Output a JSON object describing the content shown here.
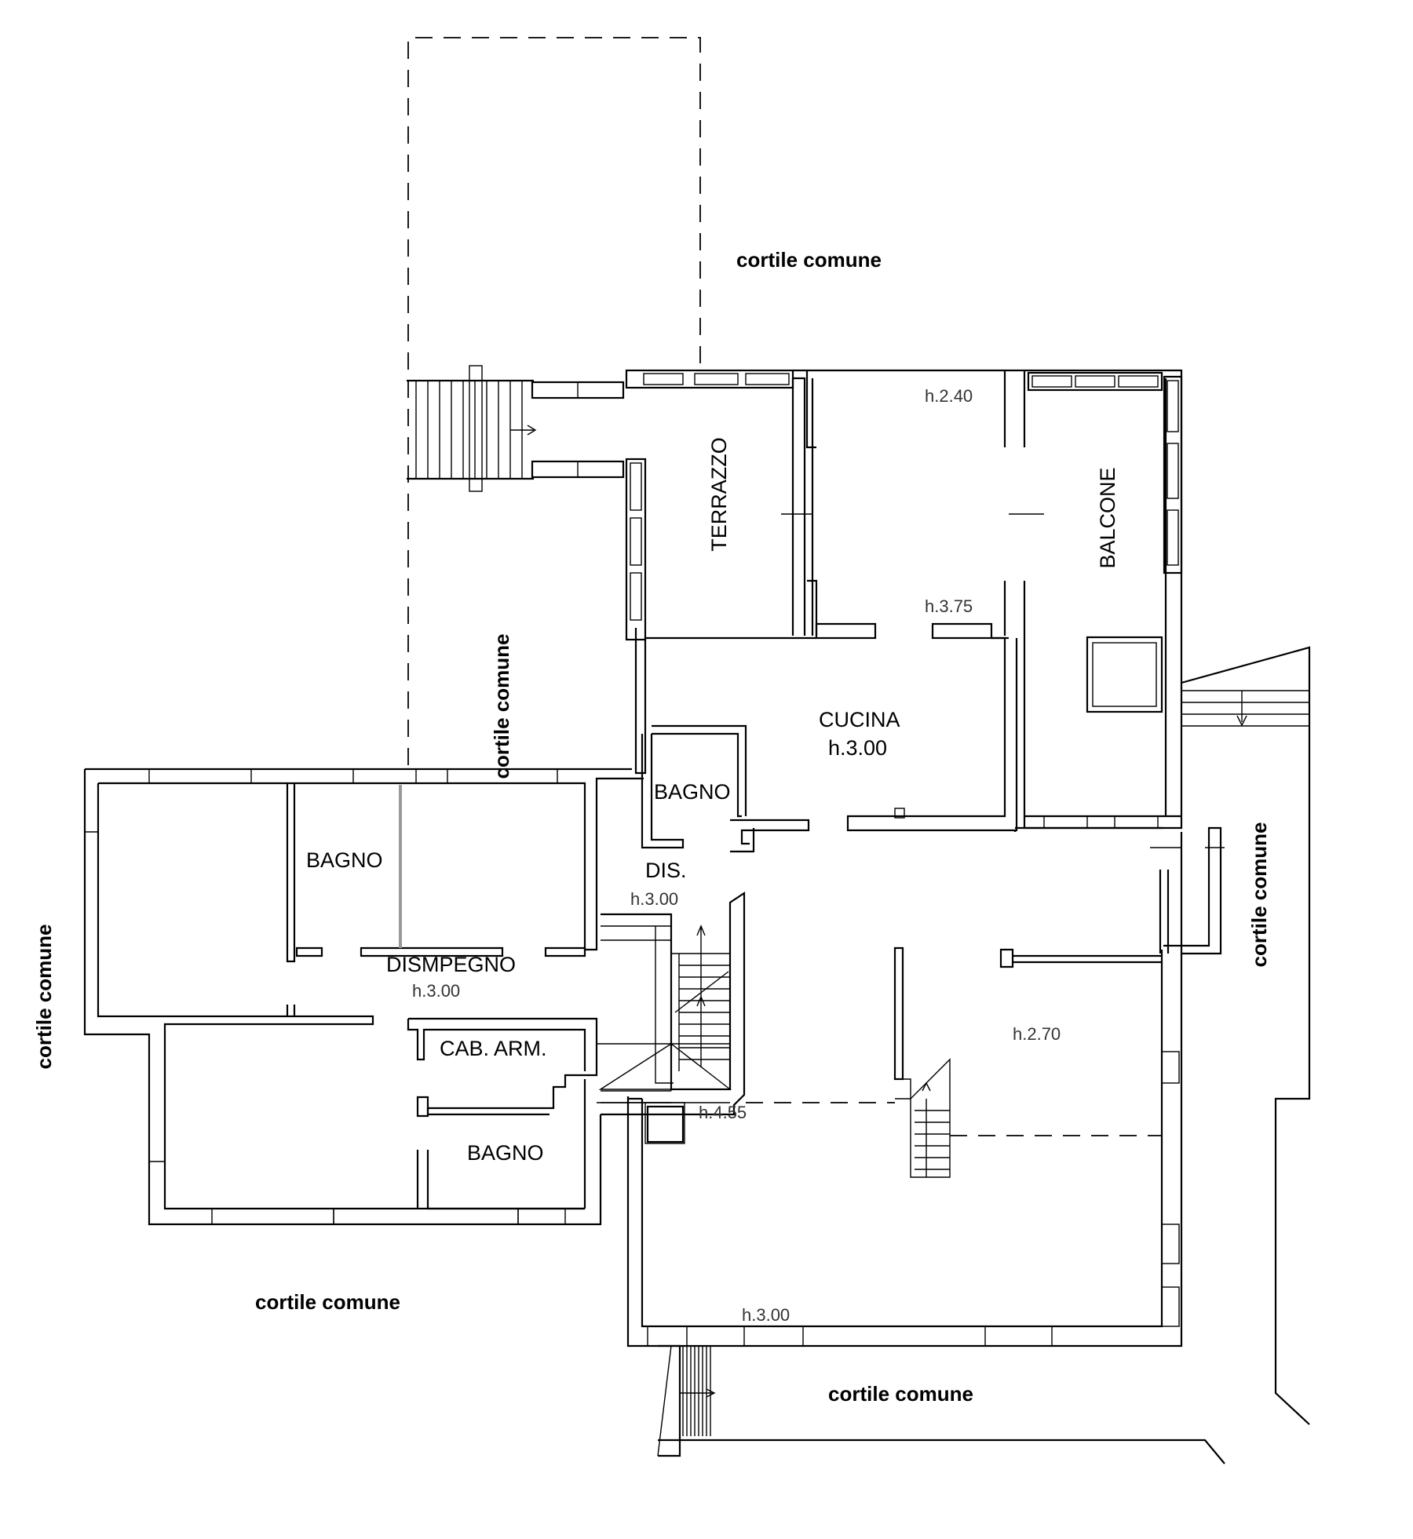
{
  "labels": {
    "courtyard_top": "cortile comune",
    "courtyard_center": "cortile comune",
    "courtyard_left": "cortile comune",
    "courtyard_right": "cortile comune",
    "courtyard_bottom_left": "cortile comune",
    "courtyard_bottom": "cortile comune",
    "terrazzo": "TERRAZZO",
    "balcone": "BALCONE",
    "cucina": "CUCINA",
    "cucina_height": "h.3.00",
    "bagno_1": "BAGNO",
    "bagno_2": "BAGNO",
    "bagno_3": "BAGNO",
    "dis": "DIS.",
    "dismpegno": "DISMPEGNO",
    "cab_arm": "CAB. ARM.",
    "h_240": "h.2.40",
    "h_375": "h.3.75",
    "h_300_dis": "h.3.00",
    "h_300_disimpegno": "h.3.00",
    "h_455": "h.4.55",
    "h_270": "h.2.70",
    "h_300_bottom": "h.3.00"
  }
}
